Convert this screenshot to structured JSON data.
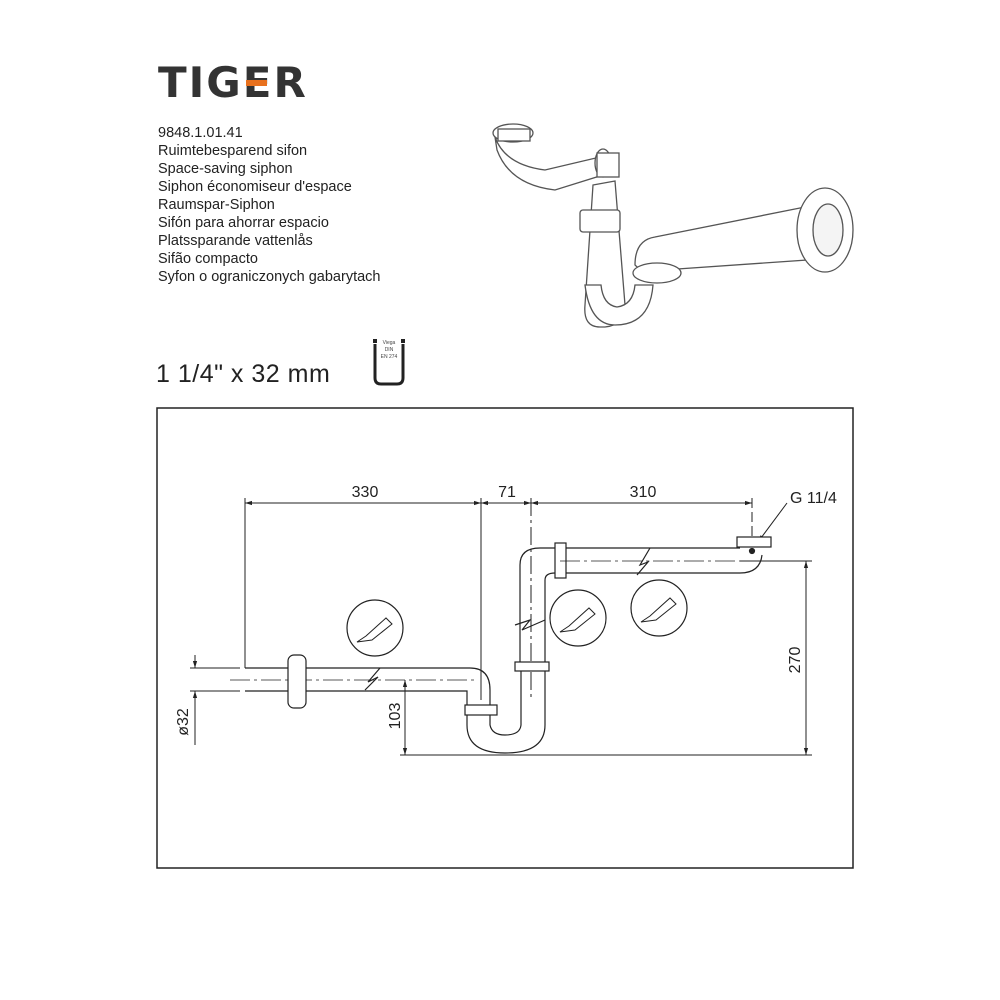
{
  "brand": {
    "logo_text": "TIGER",
    "accent_color": "#e8711e"
  },
  "product": {
    "article_number": "9848.1.01.41",
    "names": [
      "Ruimtebesparend sifon",
      "Space-saving siphon",
      "Siphon économiseur d'espace",
      "Raumspar-Siphon",
      "Sifón para ahorrar espacio",
      "Platssparande vattenlås",
      "Sifão compacto",
      "Syfon o ograniczonych gabarytach"
    ],
    "size": "1 1/4\" x 32 mm"
  },
  "certification": {
    "line1": "Viega",
    "line2": "DIN",
    "line3": "EN 274"
  },
  "dimensions": {
    "d1": "330",
    "d2": "71",
    "d3": "310",
    "thread": "G 11/4",
    "height": "270",
    "trap_height": "103",
    "diameter": "ø32"
  }
}
